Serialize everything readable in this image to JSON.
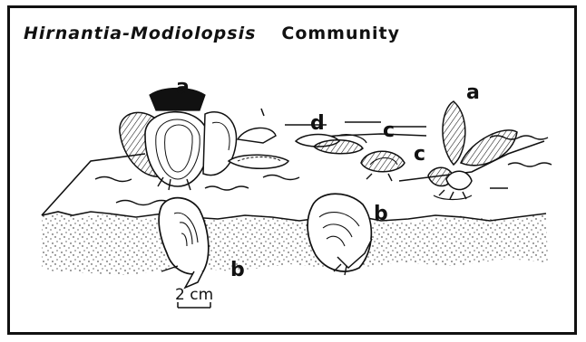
{
  "title": {
    "genus_text": "Hirnantia-Modiolopsis",
    "community_text": "Community"
  },
  "labels": {
    "a1": "a",
    "a2": "a",
    "b1": "b",
    "b2": "b",
    "c1": "c",
    "c2": "c",
    "d1": "d"
  },
  "scale_bar": {
    "label": "2 cm"
  },
  "colors": {
    "ink": "#111111",
    "paper": "#ffffff"
  }
}
